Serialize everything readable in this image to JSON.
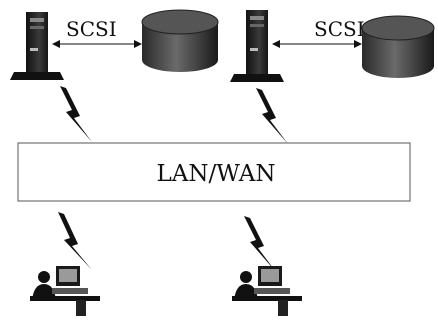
{
  "diagram": {
    "network_label": "LAN/WAN",
    "link_labels": [
      "SCSI",
      "SCSI"
    ],
    "nodes": [
      {
        "type": "server",
        "icon": "server-tower-icon"
      },
      {
        "type": "disk",
        "icon": "disk-storage-icon"
      },
      {
        "type": "server",
        "icon": "server-tower-icon"
      },
      {
        "type": "disk",
        "icon": "disk-storage-icon"
      },
      {
        "type": "client",
        "icon": "user-workstation-icon"
      },
      {
        "type": "client",
        "icon": "user-workstation-icon"
      }
    ],
    "connection_icon": "lightning-bolt-icon"
  }
}
